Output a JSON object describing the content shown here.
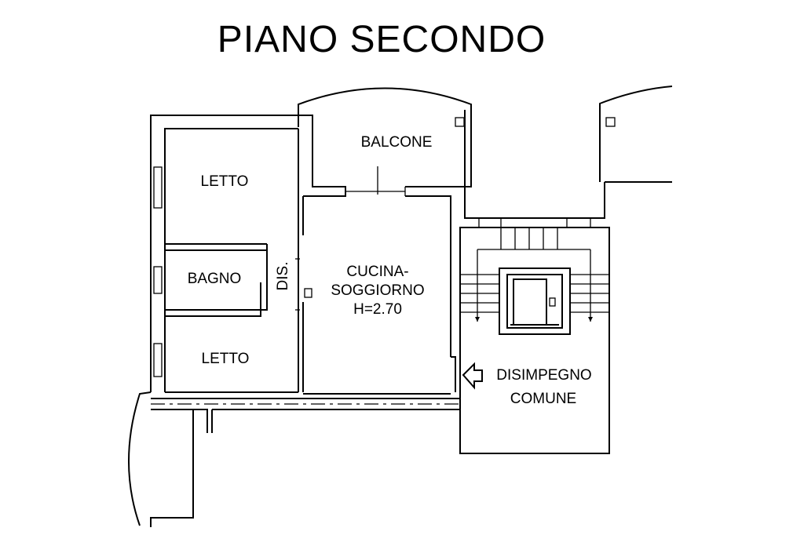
{
  "title": "PIANO SECONDO",
  "rooms": {
    "balcone": "BALCONE",
    "letto_top": "LETTO",
    "bagno": "BAGNO",
    "dis": "DIS.",
    "letto_bottom": "LETTO",
    "cucina_line1": "CUCINA-",
    "cucina_line2": "SOGGIORNO",
    "cucina_line3": "H=2.70",
    "disimpegno_line1": "DISIMPEGNO",
    "disimpegno_line2": "COMUNE"
  }
}
